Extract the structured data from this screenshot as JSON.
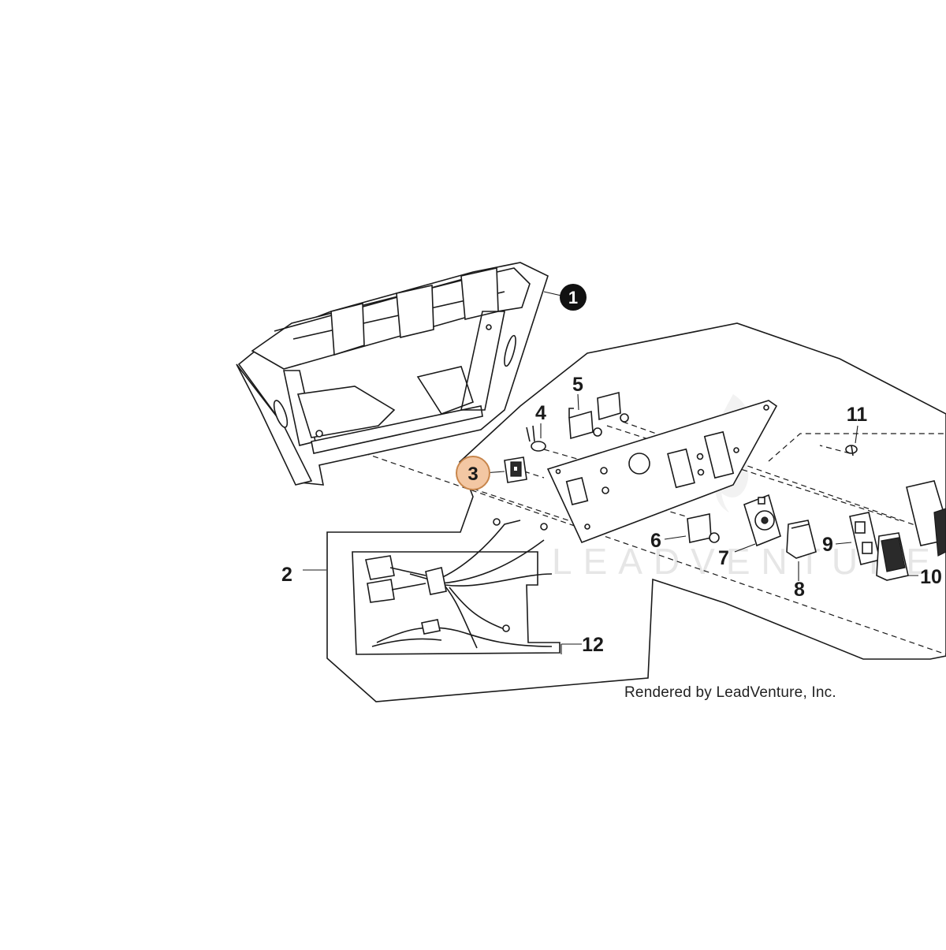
{
  "callouts": {
    "c1": "1",
    "c2": "2",
    "c3": "3",
    "c4": "4",
    "c5": "5",
    "c6": "6",
    "c7": "7",
    "c8": "8",
    "c9": "9",
    "c10": "10",
    "c11": "11",
    "c12": "12"
  },
  "highlight_color": "#f3c7a3",
  "highlight_stroke": "#c8864c",
  "watermark": "LEADVENTURE",
  "credit": "Rendered by LeadVenture, Inc."
}
